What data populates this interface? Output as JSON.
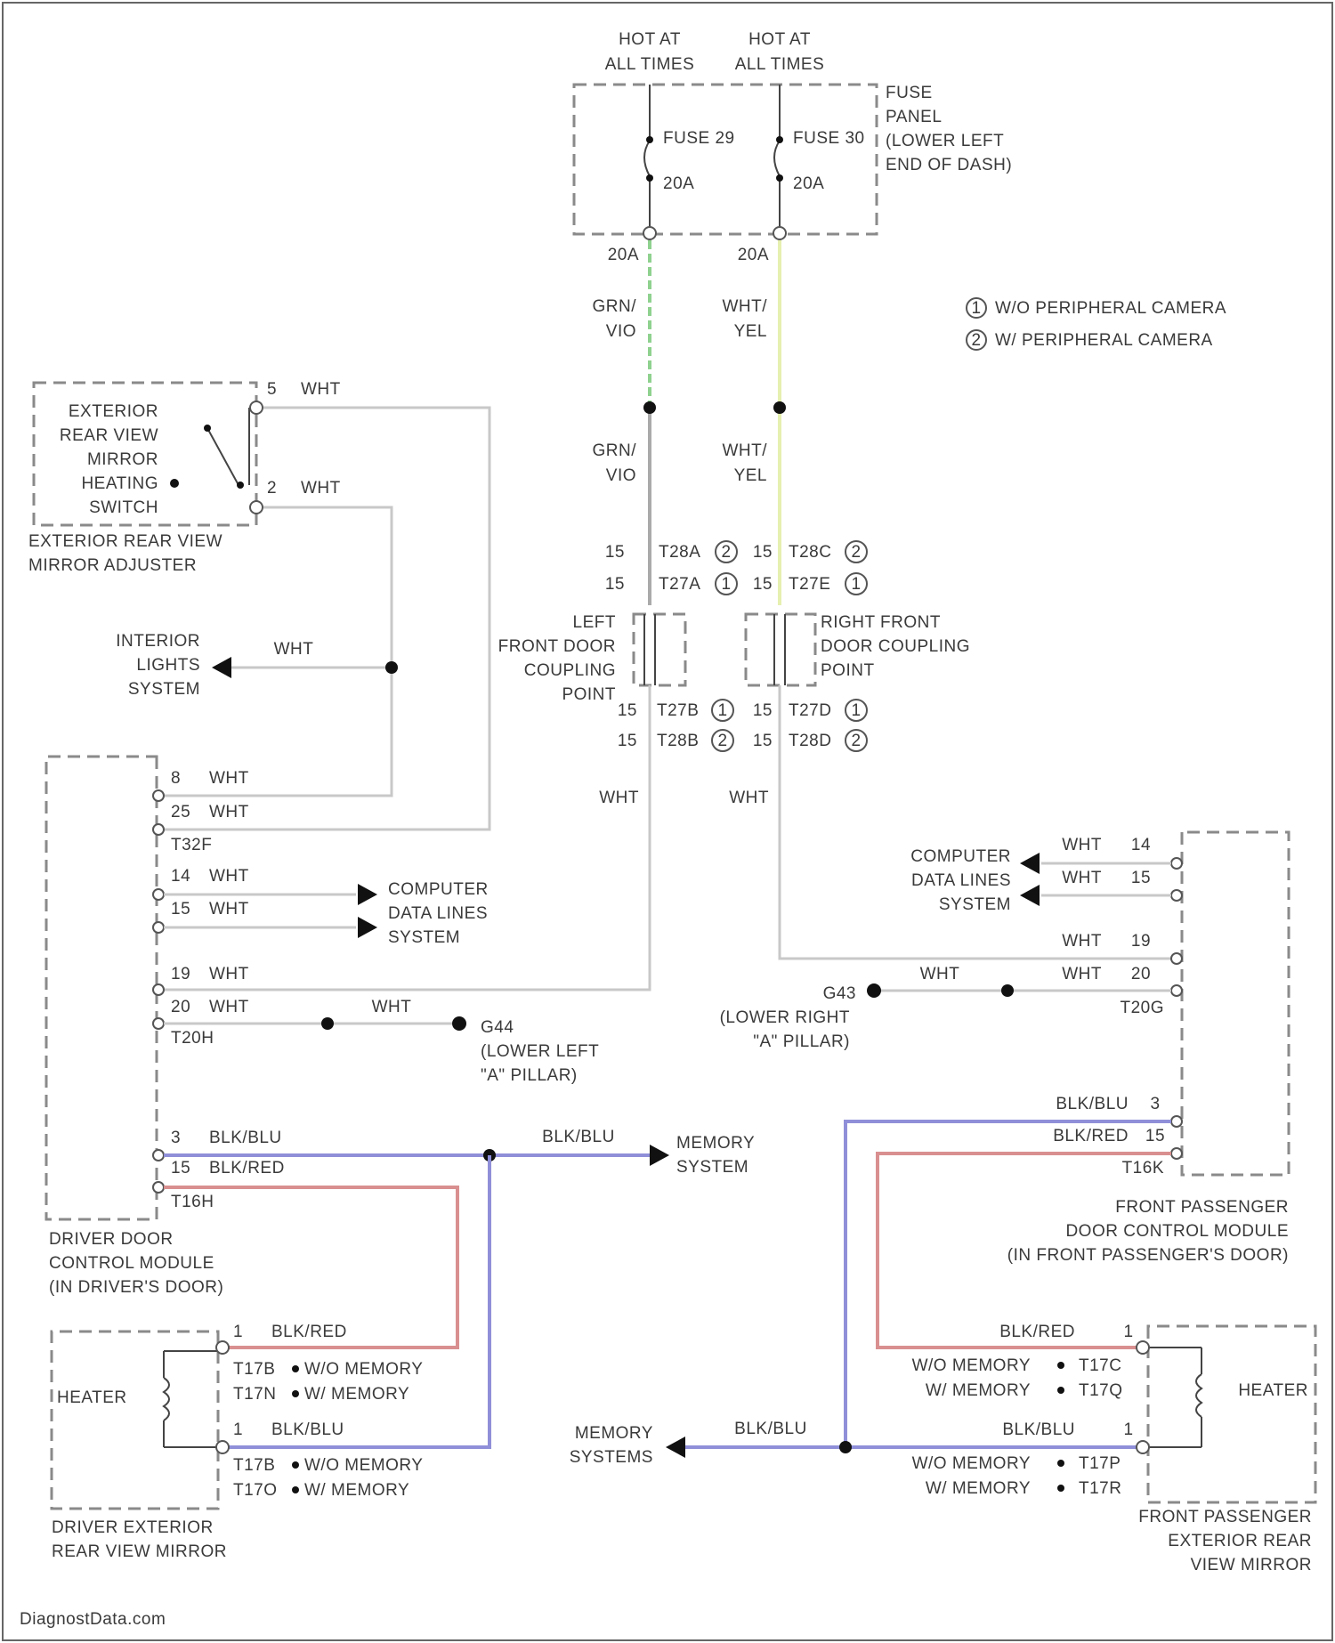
{
  "top": {
    "hot1": [
      "HOT AT",
      "ALL TIMES"
    ],
    "hot2": [
      "HOT AT",
      "ALL TIMES"
    ],
    "fuse_panel": [
      "FUSE",
      "PANEL",
      "(LOWER LEFT",
      "END OF DASH)"
    ],
    "fuse1": "FUSE 29",
    "fuse1_amp": "20A",
    "fuse2": "FUSE 30",
    "fuse2_amp": "20A",
    "out1": "20A",
    "out2": "20A"
  },
  "legend": {
    "item1_num": "1",
    "item1": "W/O PERIPHERAL CAMERA",
    "item2_num": "2",
    "item2": "W/ PERIPHERAL CAMERA"
  },
  "wires": {
    "grn_vio": [
      "GRN/",
      "VIO"
    ],
    "wht_yel": [
      "WHT/",
      "YEL"
    ],
    "wht": "WHT",
    "blk_blu": "BLK/BLU",
    "blk_red": "BLK/RED"
  },
  "switch": {
    "name": [
      "EXTERIOR",
      "REAR VIEW",
      "MIRROR",
      "HEATING",
      "SWITCH"
    ],
    "adjuster": [
      "EXTERIOR REAR VIEW",
      "MIRROR ADJUSTER"
    ],
    "pin_a": "5",
    "pin_b": "2"
  },
  "interior": [
    "INTERIOR",
    "LIGHTS",
    "SYSTEM"
  ],
  "couplings": {
    "left": [
      "LEFT",
      "FRONT DOOR",
      "COUPLING",
      "POINT"
    ],
    "right": [
      "RIGHT FRONT",
      "DOOR COUPLING",
      "POINT"
    ],
    "l_top": [
      {
        "pin": "15",
        "conn": "T28A",
        "ref": "2"
      },
      {
        "pin": "15",
        "conn": "T27A",
        "ref": "1"
      }
    ],
    "r_top": [
      {
        "pin": "15",
        "conn": "T28C",
        "ref": "2"
      },
      {
        "pin": "15",
        "conn": "T27E",
        "ref": "1"
      }
    ],
    "l_bot": [
      {
        "pin": "15",
        "conn": "T27B",
        "ref": "1"
      },
      {
        "pin": "15",
        "conn": "T28B",
        "ref": "2"
      }
    ],
    "r_bot": [
      {
        "pin": "15",
        "conn": "T27D",
        "ref": "1"
      },
      {
        "pin": "15",
        "conn": "T28D",
        "ref": "2"
      }
    ]
  },
  "driver_module": {
    "name": [
      "DRIVER DOOR",
      "CONTROL MODULE",
      "(IN DRIVER'S DOOR)"
    ],
    "pins_a": [
      {
        "pin": "8",
        "wire": "WHT"
      },
      {
        "pin": "25",
        "wire": "WHT"
      }
    ],
    "conn_a": "T32F",
    "pins_b": [
      {
        "pin": "14",
        "wire": "WHT"
      },
      {
        "pin": "15",
        "wire": "WHT"
      }
    ],
    "pins_c": [
      {
        "pin": "19",
        "wire": "WHT"
      },
      {
        "pin": "20",
        "wire": "WHT"
      }
    ],
    "conn_c": "T20H",
    "pins_d": [
      {
        "pin": "3",
        "wire": "BLK/BLU"
      },
      {
        "pin": "15",
        "wire": "BLK/RED"
      }
    ],
    "conn_d": "T16H"
  },
  "computer": [
    "COMPUTER",
    "DATA LINES",
    "SYSTEM"
  ],
  "grounds": {
    "left": "G44",
    "left_loc": [
      "(LOWER LEFT",
      "\"A\" PILLAR)"
    ],
    "right": "G43",
    "right_loc": [
      "(LOWER RIGHT",
      "\"A\" PILLAR)"
    ]
  },
  "memory": [
    "MEMORY",
    "SYSTEM"
  ],
  "memory2": [
    "MEMORY",
    "SYSTEMS"
  ],
  "pass_module": {
    "name": [
      "FRONT PASSENGER",
      "DOOR CONTROL MODULE",
      "(IN FRONT PASSENGER'S DOOR)"
    ],
    "pins_b": [
      {
        "pin": "14",
        "wire": "WHT"
      },
      {
        "pin": "15",
        "wire": "WHT"
      }
    ],
    "pins_c": [
      {
        "pin": "19",
        "wire": "WHT"
      },
      {
        "pin": "20",
        "wire": "WHT"
      }
    ],
    "conn_c": "T20G",
    "pins_d": [
      {
        "pin": "3",
        "wire": "BLK/BLU"
      },
      {
        "pin": "15",
        "wire": "BLK/RED"
      }
    ],
    "conn_d": "T16K"
  },
  "driver_mirror": {
    "name": [
      "DRIVER EXTERIOR",
      "REAR VIEW MIRROR"
    ],
    "heater": "HEATER",
    "pin1": "1",
    "pin2": "1",
    "conns": [
      {
        "c": "T17B",
        "t": "W/O MEMORY"
      },
      {
        "c": "T17N",
        "t": "W/ MEMORY"
      },
      {
        "c": "T17B",
        "t": "W/O MEMORY"
      },
      {
        "c": "T17O",
        "t": "W/ MEMORY"
      }
    ]
  },
  "pass_mirror": {
    "name": [
      "FRONT PASSENGER",
      "EXTERIOR REAR",
      "VIEW MIRROR"
    ],
    "heater": "HEATER",
    "pin1": "1",
    "pin2": "1",
    "conns": [
      {
        "c": "T17C",
        "t": "W/O MEMORY"
      },
      {
        "c": "T17Q",
        "t": "W/ MEMORY"
      },
      {
        "c": "T17P",
        "t": "W/O MEMORY"
      },
      {
        "c": "T17R",
        "t": "W/ MEMORY"
      }
    ]
  },
  "watermark": "DiagnostData.com",
  "colors": {
    "grn_vio": "#8fd18f",
    "wht_yel": "#e6f0b0",
    "blk_blu": "#8f8fd9",
    "blk_red": "#d98f8f",
    "wht": "#cccccc"
  }
}
